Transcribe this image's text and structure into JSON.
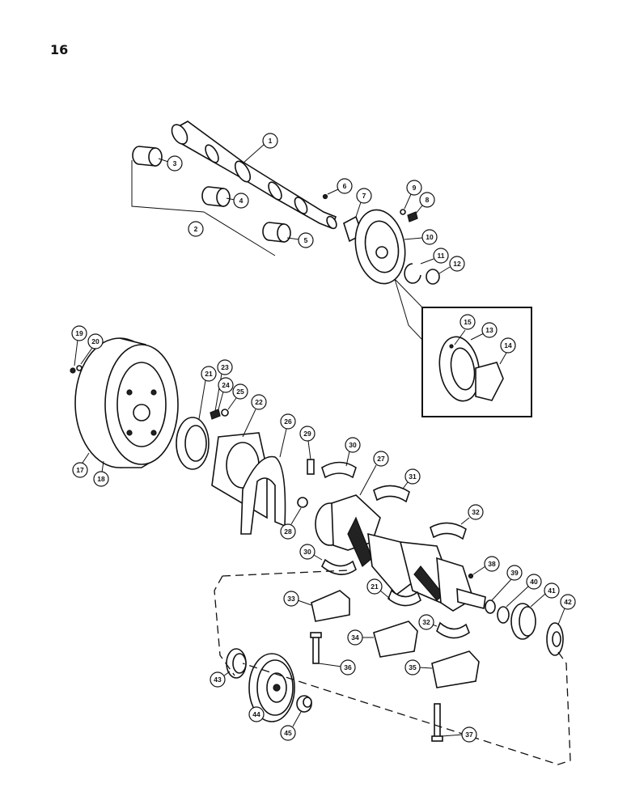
{
  "page_number": "16",
  "callouts": [
    {
      "id": "1",
      "label": "1"
    },
    {
      "id": "2",
      "label": "2"
    },
    {
      "id": "3",
      "label": "3"
    },
    {
      "id": "4",
      "label": "4"
    },
    {
      "id": "5",
      "label": "5"
    },
    {
      "id": "6",
      "label": "6"
    },
    {
      "id": "7",
      "label": "7"
    },
    {
      "id": "8",
      "label": "8"
    },
    {
      "id": "9",
      "label": "9"
    },
    {
      "id": "10",
      "label": "10"
    },
    {
      "id": "11",
      "label": "11"
    },
    {
      "id": "12",
      "label": "12"
    },
    {
      "id": "13",
      "label": "13"
    },
    {
      "id": "14",
      "label": "14"
    },
    {
      "id": "15",
      "label": "15"
    },
    {
      "id": "17",
      "label": "17"
    },
    {
      "id": "18",
      "label": "18"
    },
    {
      "id": "19",
      "label": "19"
    },
    {
      "id": "20",
      "label": "20"
    },
    {
      "id": "21a",
      "label": "21"
    },
    {
      "id": "22",
      "label": "22"
    },
    {
      "id": "23",
      "label": "23"
    },
    {
      "id": "24",
      "label": "24"
    },
    {
      "id": "25",
      "label": "25"
    },
    {
      "id": "26",
      "label": "26"
    },
    {
      "id": "27",
      "label": "27"
    },
    {
      "id": "28",
      "label": "28"
    },
    {
      "id": "29",
      "label": "29"
    },
    {
      "id": "30a",
      "label": "30"
    },
    {
      "id": "30b",
      "label": "30"
    },
    {
      "id": "31",
      "label": "31"
    },
    {
      "id": "32a",
      "label": "32"
    },
    {
      "id": "32b",
      "label": "32"
    },
    {
      "id": "33",
      "label": "33"
    },
    {
      "id": "34",
      "label": "34"
    },
    {
      "id": "35",
      "label": "35"
    },
    {
      "id": "36",
      "label": "36"
    },
    {
      "id": "37",
      "label": "37"
    },
    {
      "id": "38",
      "label": "38"
    },
    {
      "id": "39",
      "label": "39"
    },
    {
      "id": "40",
      "label": "40"
    },
    {
      "id": "41",
      "label": "41"
    },
    {
      "id": "42",
      "label": "42"
    },
    {
      "id": "21b",
      "label": "21"
    },
    {
      "id": "43",
      "label": "43"
    },
    {
      "id": "44",
      "label": "44"
    },
    {
      "id": "45",
      "label": "45"
    }
  ]
}
